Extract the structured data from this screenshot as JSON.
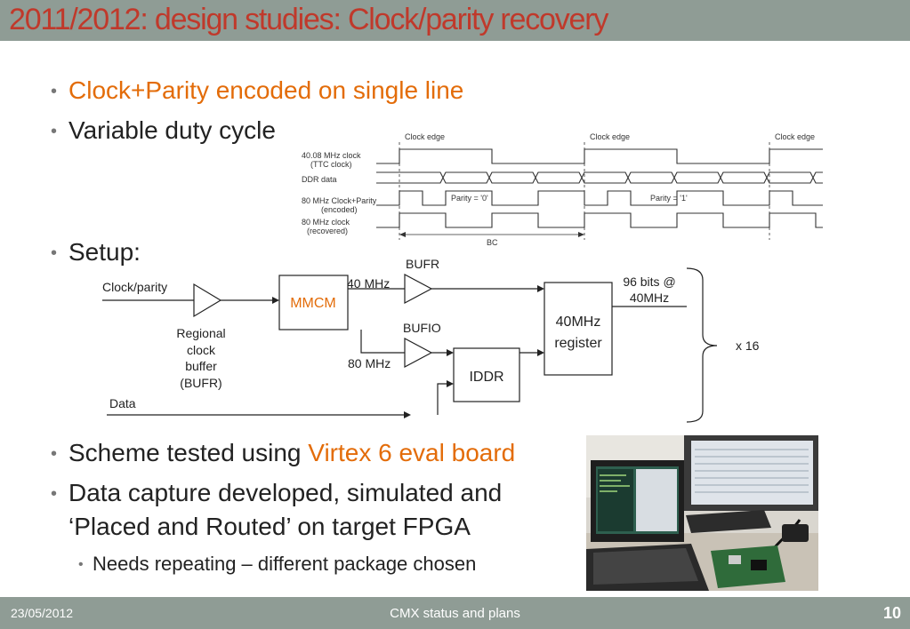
{
  "title": "2011/2012: design studies: Clock/parity recovery",
  "bullets": {
    "b1": "Clock+Parity encoded on single line",
    "b2": "Variable duty cycle",
    "b3": "Setup:",
    "b4_pre": "Scheme tested using ",
    "b4_hl": "Virtex 6 eval board",
    "b5_l1": "Data capture developed, simulated and",
    "b5_l2": "‘Placed and Routed’ on target FPGA",
    "sub1": "Needs repeating – different package chosen"
  },
  "timing": {
    "clock_edge": "Clock edge",
    "sig1_l1": "40.08 MHz clock",
    "sig1_l2": "(TTC  clock)",
    "sig2": "DDR data",
    "sig3_l1": "80 MHz Clock+Parity",
    "sig3_l2": "(encoded)",
    "sig4_l1": "80 MHz clock",
    "sig4_l2": "(recovered)",
    "parity0": "Parity = '0'",
    "parity1": "Parity = '1'",
    "bc": "BC"
  },
  "block": {
    "clock_parity": "Clock/parity",
    "mmcm": "MMCM",
    "rcb_1": "Regional",
    "rcb_2": "clock",
    "rcb_3": "buffer",
    "rcb_4": "(BUFR)",
    "bufr": "BUFR",
    "bufio": "BUFIO",
    "mhz40": "40 MHz",
    "mhz80": "80 MHz",
    "iddr": "IDDR",
    "reg_1": "40MHz",
    "reg_2": "register",
    "bits_1": "96 bits @",
    "bits_2": "40MHz",
    "x16": "x 16",
    "data": "Data"
  },
  "footer": {
    "date": "23/05/2012",
    "center": "CMX status and plans",
    "page": "10"
  }
}
